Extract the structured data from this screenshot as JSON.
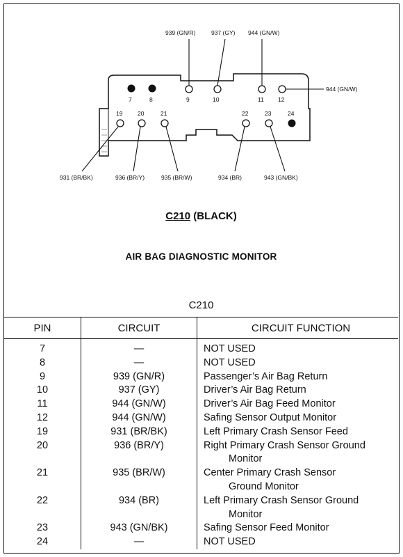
{
  "connector": {
    "name": "C210",
    "color": "(BLACK)",
    "component": "AIR BAG DIAGNOSTIC MONITOR"
  },
  "diagram": {
    "top_pins": [
      "7",
      "8",
      "9",
      "10",
      "11",
      "12"
    ],
    "bottom_pins": [
      "19",
      "20",
      "21",
      "22",
      "23",
      "24"
    ],
    "wires": {
      "pin9": "939 (GN/R)",
      "pin10": "937 (GY)",
      "pin11": "944 (GN/W)",
      "pin12": "944 (GN/W)",
      "pin19": "931 (BR/BK)",
      "pin20": "936 (BR/Y)",
      "pin21": "935 (BR/W)",
      "pin22": "934 (BR)",
      "pin23": "943 (GN/BK)"
    }
  },
  "table": {
    "caption": "C210",
    "headers": {
      "pin": "PIN",
      "circuit": "CIRCUIT",
      "function": "CIRCUIT FUNCTION"
    },
    "rows": [
      {
        "pin": "7",
        "circuit": "—",
        "function": [
          "NOT USED"
        ]
      },
      {
        "pin": "8",
        "circuit": "—",
        "function": [
          "NOT USED"
        ]
      },
      {
        "pin": "9",
        "circuit": "939 (GN/R)",
        "function": [
          "Passenger’s Air Bag Return"
        ]
      },
      {
        "pin": "10",
        "circuit": "937 (GY)",
        "function": [
          "Driver’s Air Bag Return"
        ]
      },
      {
        "pin": "11",
        "circuit": "944 (GN/W)",
        "function": [
          "Driver’s Air Bag Feed Monitor"
        ]
      },
      {
        "pin": "12",
        "circuit": "944 (GN/W)",
        "function": [
          "Safing Sensor Output Monitor"
        ]
      },
      {
        "pin": "19",
        "circuit": "931 (BR/BK)",
        "function": [
          "Left Primary Crash Sensor Feed"
        ]
      },
      {
        "pin": "20",
        "circuit": "936 (BR/Y)",
        "function": [
          "Right Primary Crash Sensor Ground",
          "Monitor"
        ]
      },
      {
        "pin": "21",
        "circuit": "935 (BR/W)",
        "function": [
          "Center Primary Crash Sensor",
          "Ground Monitor"
        ]
      },
      {
        "pin": "22",
        "circuit": "934 (BR)",
        "function": [
          "Left Primary Crash Sensor Ground",
          "Monitor"
        ]
      },
      {
        "pin": "23",
        "circuit": "943 (GN/BK)",
        "function": [
          "Safing Sensor Feed Monitor"
        ]
      },
      {
        "pin": "24",
        "circuit": "—",
        "function": [
          "NOT USED"
        ]
      }
    ]
  }
}
